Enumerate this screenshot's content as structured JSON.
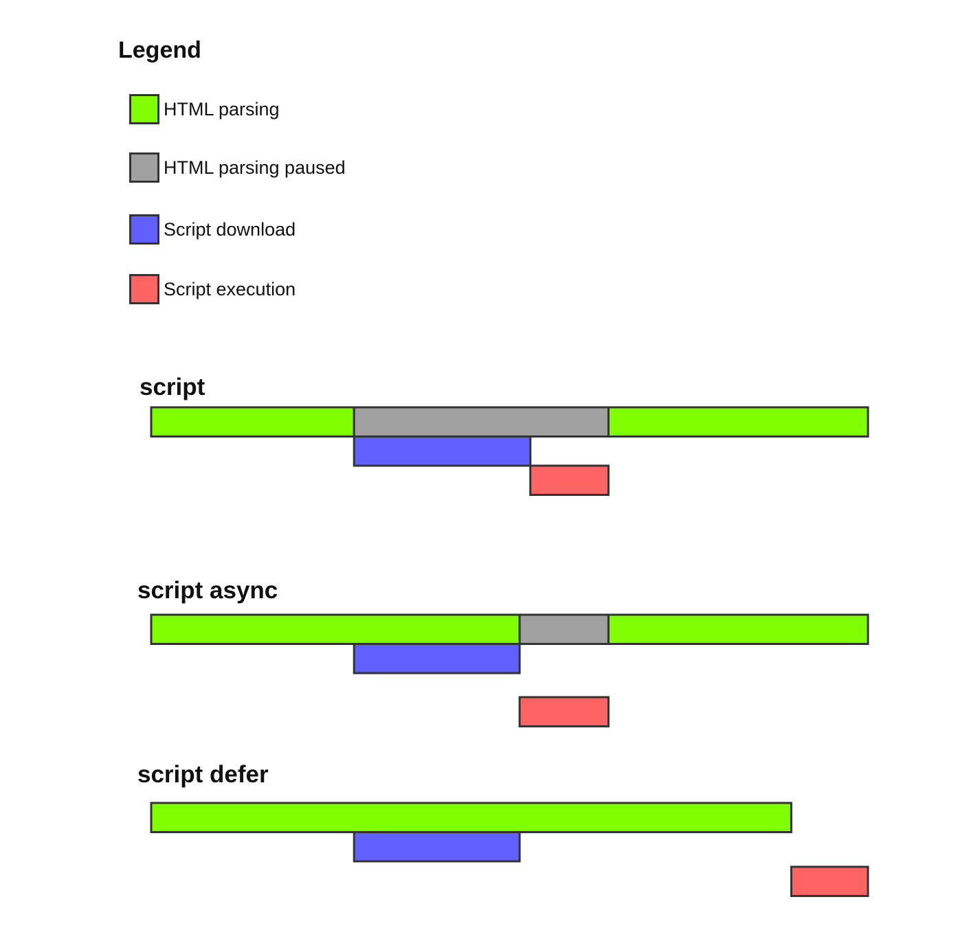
{
  "legend": {
    "title": "Legend",
    "items": [
      {
        "key": "parsing",
        "label": "HTML parsing",
        "color": "#80ff00"
      },
      {
        "key": "paused",
        "label": "HTML parsing paused",
        "color": "#a0a0a0"
      },
      {
        "key": "download",
        "label": "Script download",
        "color": "#6060ff"
      },
      {
        "key": "execution",
        "label": "Script execution",
        "color": "#ff6464"
      }
    ]
  },
  "border_color": "#333333",
  "sections": [
    {
      "title": "script",
      "segments": [
        {
          "kind": "parsing",
          "row": 0,
          "start": 0,
          "end": 0.283
        },
        {
          "kind": "paused",
          "row": 0,
          "start": 0.283,
          "end": 0.638
        },
        {
          "kind": "parsing",
          "row": 0,
          "start": 0.638,
          "end": 1.0
        },
        {
          "kind": "download",
          "row": 1,
          "start": 0.283,
          "end": 0.529
        },
        {
          "kind": "execution",
          "row": 2,
          "start": 0.529,
          "end": 0.638
        }
      ]
    },
    {
      "title": "script async",
      "segments": [
        {
          "kind": "parsing",
          "row": 0,
          "start": 0,
          "end": 0.514
        },
        {
          "kind": "paused",
          "row": 0,
          "start": 0.514,
          "end": 0.638
        },
        {
          "kind": "parsing",
          "row": 0,
          "start": 0.638,
          "end": 1.0
        },
        {
          "kind": "download",
          "row": 1,
          "start": 0.283,
          "end": 0.514
        },
        {
          "kind": "execution",
          "row": 2,
          "start": 0.514,
          "end": 0.638
        }
      ]
    },
    {
      "title": "script defer",
      "segments": [
        {
          "kind": "parsing",
          "row": 0,
          "start": 0,
          "end": 0.893
        },
        {
          "kind": "download",
          "row": 1,
          "start": 0.283,
          "end": 0.514
        },
        {
          "kind": "execution",
          "row": 2,
          "start": 0.893,
          "end": 1.0
        }
      ]
    }
  ]
}
